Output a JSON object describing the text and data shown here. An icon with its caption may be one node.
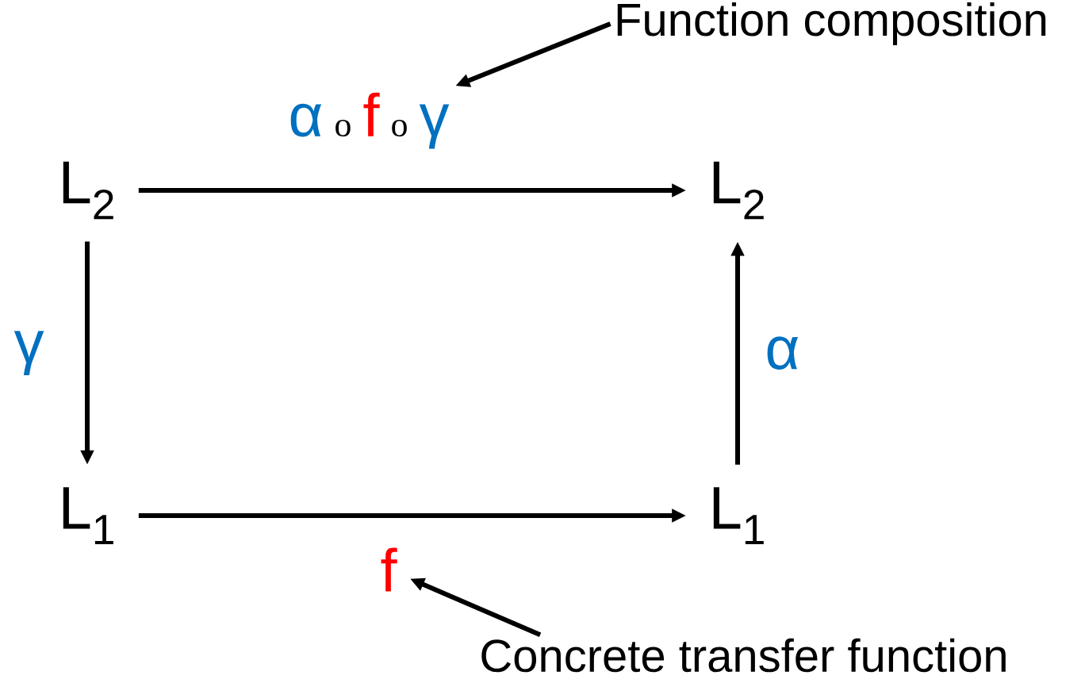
{
  "diagram": {
    "nodes": [
      {
        "text": [
          "Function composition"
        ]
      },
      {
        "text": [
          "α",
          "o",
          "f",
          "o",
          "γ"
        ]
      },
      {
        "text": [
          "L$_{2}$"
        ]
      },
      {
        "text": [
          "L$_{2}$"
        ]
      },
      {
        "text": [
          "L$_{1}$"
        ]
      },
      {
        "text": [
          "L$_{1}$"
        ]
      },
      {
        "text": [
          "f"
        ]
      },
      {
        "text": [
          "Concrete transfer function"
        ]
      }
    ],
    "edges": [
      {
        "from": 0,
        "to": 1,
        "arrow": "to"
      },
      {
        "from": 2,
        "to": 3,
        "arrow": "to"
      },
      {
        "from": 2,
        "to": 4,
        "arrow": "to",
        "label": "γ"
      },
      {
        "from": 4,
        "to": 5,
        "arrow": "to"
      },
      {
        "from": 5,
        "to": 3,
        "arrow": "to",
        "label": "α"
      },
      {
        "from": 7,
        "to": 6,
        "arrow": "to"
      }
    ]
  }
}
